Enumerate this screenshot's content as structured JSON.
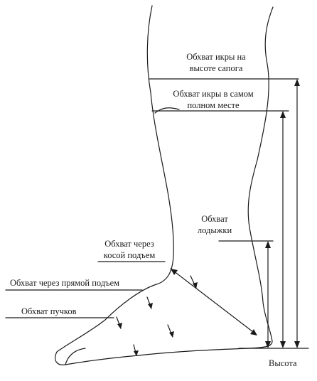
{
  "labels": {
    "calf_boot_l1": "Обхват икры на",
    "calf_boot_l2": "высоте сапога",
    "calf_full_l1": "Обхват икры в самом",
    "calf_full_l2": "полном месте",
    "ankle_l1": "Обхват",
    "ankle_l2": "лодыжки",
    "oblique_l1": "Обхват через",
    "oblique_l2": "косой подъем",
    "straight_instep": "Обхват через прямой подъем",
    "ball": "Обхват пучков",
    "height": "Высота"
  },
  "colors": {
    "ink": "#1a1a1a",
    "background": "#ffffff"
  }
}
